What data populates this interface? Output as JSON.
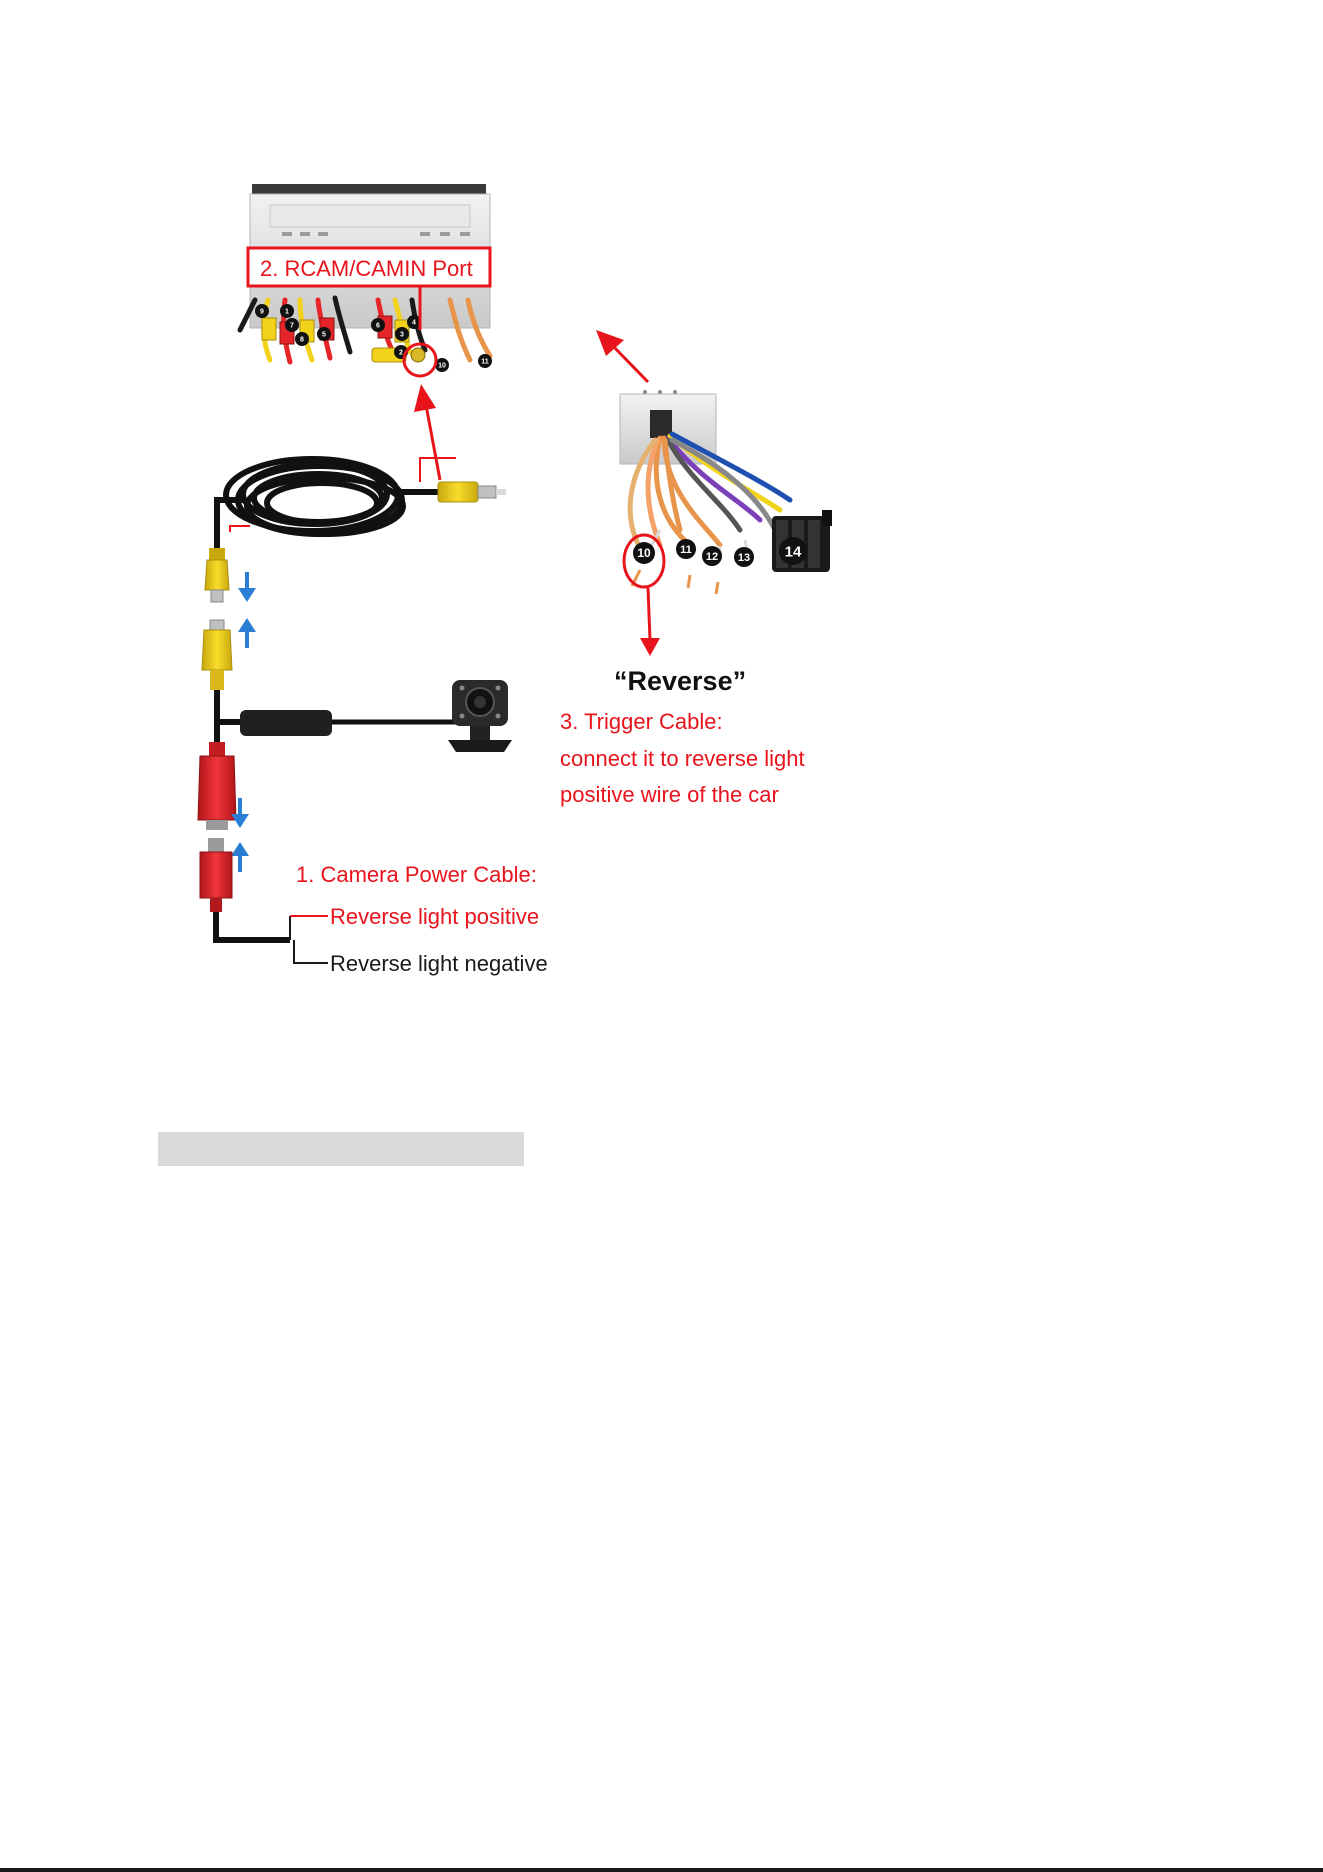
{
  "labels": {
    "port": "2. RCAM/CAMIN Port",
    "reverse": "“Reverse”",
    "trigger_title": "3. Trigger Cable:",
    "trigger_line1": "connect it to reverse light",
    "trigger_line2": "positive wire of the car",
    "power_title": "1. Camera Power Cable:",
    "positive": "Reverse light positive",
    "negative": "Reverse light negative"
  },
  "harness_numbers_left": [
    "9",
    "1",
    "7",
    "8",
    "5",
    "6",
    "3",
    "4",
    "2",
    "10",
    "11"
  ],
  "harness_numbers_right": [
    "10",
    "11",
    "12",
    "13",
    "14"
  ],
  "colors": {
    "annotation_red": "#e8141c",
    "arrow_blue": "#2a7fd4",
    "rca_yellow": "#f2d21b",
    "plug_red": "#e52528",
    "cable_black": "#1a1a1a"
  }
}
